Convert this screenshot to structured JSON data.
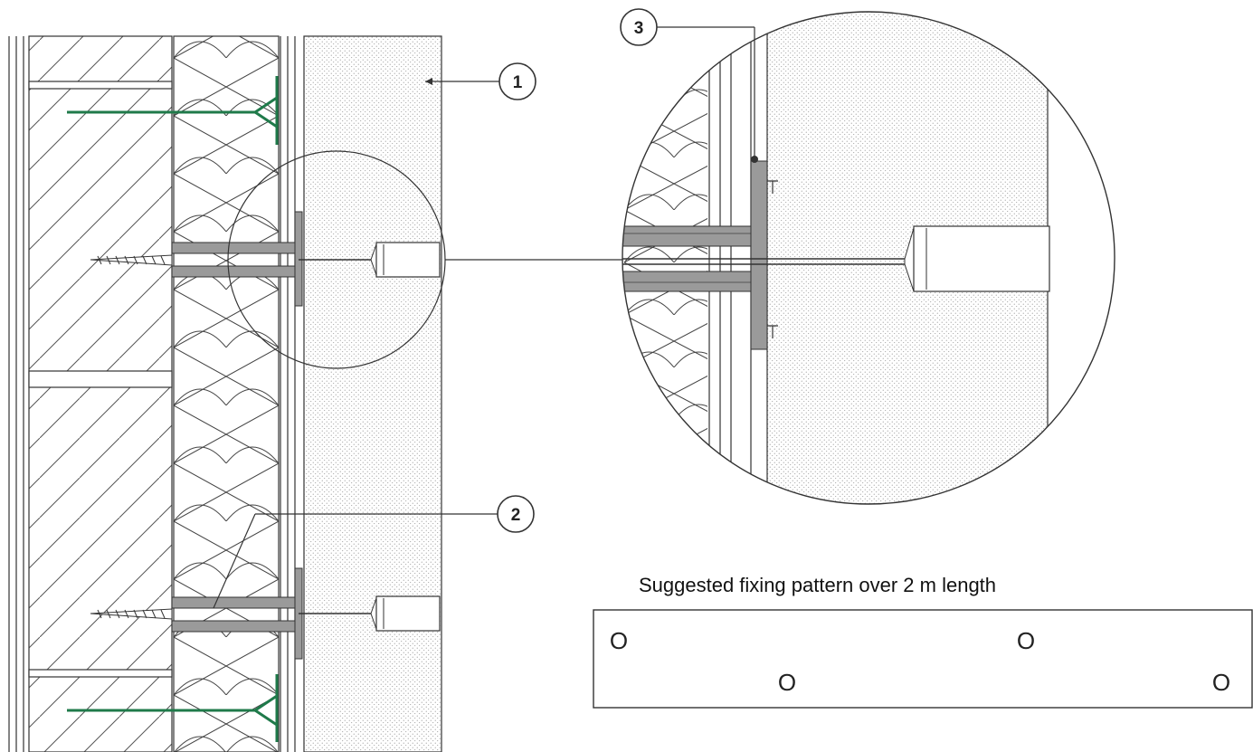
{
  "callouts": [
    "1",
    "2",
    "3"
  ],
  "fixing_pattern": {
    "title": "Suggested fixing pattern over 2 m length",
    "marks": [
      "O",
      "O",
      "O",
      "O"
    ]
  },
  "colors": {
    "line": "#2b2b2b",
    "tie_green": "#1f7a4a",
    "fixing_grey": "#9a9a9a"
  }
}
